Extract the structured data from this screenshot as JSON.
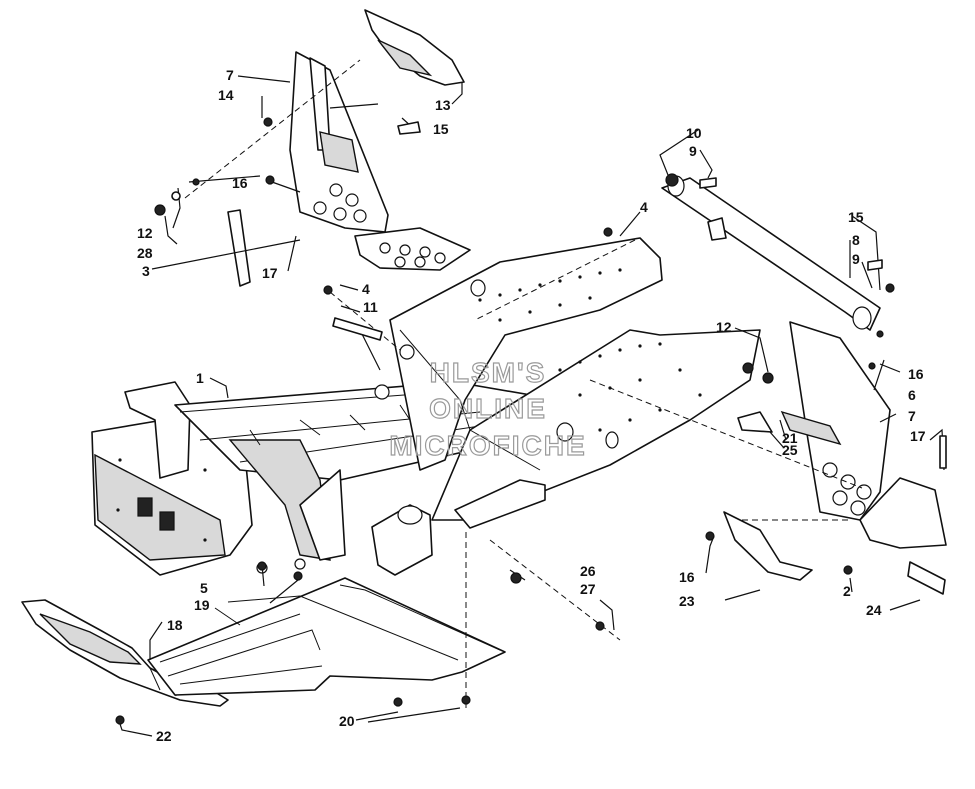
{
  "watermark": {
    "lines": [
      "HLSM'S",
      "ONLINE",
      "MICROFICHE"
    ],
    "color": "#9a9a9a"
  },
  "callouts": [
    {
      "id": "c1",
      "label": "1"
    },
    {
      "id": "c2",
      "label": "2"
    },
    {
      "id": "c3",
      "label": "3"
    },
    {
      "id": "c4a",
      "label": "4"
    },
    {
      "id": "c4b",
      "label": "4"
    },
    {
      "id": "c5",
      "label": "5"
    },
    {
      "id": "c6",
      "label": "6"
    },
    {
      "id": "c7a",
      "label": "7"
    },
    {
      "id": "c7b",
      "label": "7"
    },
    {
      "id": "c8",
      "label": "8"
    },
    {
      "id": "c9a",
      "label": "9"
    },
    {
      "id": "c9b",
      "label": "9"
    },
    {
      "id": "c10",
      "label": "10"
    },
    {
      "id": "c11",
      "label": "11"
    },
    {
      "id": "c12a",
      "label": "12"
    },
    {
      "id": "c12b",
      "label": "12"
    },
    {
      "id": "c13",
      "label": "13"
    },
    {
      "id": "c14",
      "label": "14"
    },
    {
      "id": "c15a",
      "label": "15"
    },
    {
      "id": "c15b",
      "label": "15"
    },
    {
      "id": "c16a",
      "label": "16"
    },
    {
      "id": "c16b",
      "label": "16"
    },
    {
      "id": "c16c",
      "label": "16"
    },
    {
      "id": "c17a",
      "label": "17"
    },
    {
      "id": "c17b",
      "label": "17"
    },
    {
      "id": "c18",
      "label": "18"
    },
    {
      "id": "c19",
      "label": "19"
    },
    {
      "id": "c20",
      "label": "20"
    },
    {
      "id": "c21",
      "label": "21"
    },
    {
      "id": "c22",
      "label": "22"
    },
    {
      "id": "c23",
      "label": "23"
    },
    {
      "id": "c24",
      "label": "24"
    },
    {
      "id": "c25",
      "label": "25"
    },
    {
      "id": "c26",
      "label": "26"
    },
    {
      "id": "c27",
      "label": "27"
    },
    {
      "id": "c28",
      "label": "28"
    }
  ]
}
